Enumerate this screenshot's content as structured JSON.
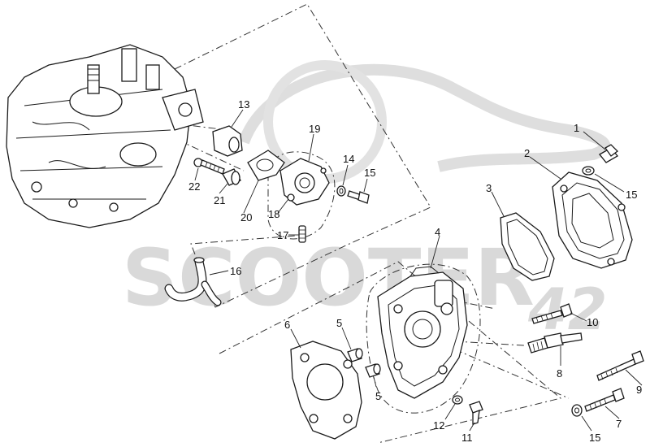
{
  "watermark": {
    "brand": "SCOOTER",
    "suffix": "42"
  },
  "callouts": [
    {
      "id": "c1",
      "text": "1"
    },
    {
      "id": "c2",
      "text": "2"
    },
    {
      "id": "c3",
      "text": "3"
    },
    {
      "id": "c4",
      "text": "4"
    },
    {
      "id": "c5a",
      "text": "5"
    },
    {
      "id": "c5b",
      "text": "5"
    },
    {
      "id": "c6",
      "text": "6"
    },
    {
      "id": "c7",
      "text": "7"
    },
    {
      "id": "c8",
      "text": "8"
    },
    {
      "id": "c9",
      "text": "9"
    },
    {
      "id": "c10",
      "text": "10"
    },
    {
      "id": "c11",
      "text": "11"
    },
    {
      "id": "c12",
      "text": "12"
    },
    {
      "id": "c13",
      "text": "13"
    },
    {
      "id": "c14",
      "text": "14"
    },
    {
      "id": "c15a",
      "text": "15"
    },
    {
      "id": "c15b",
      "text": "15"
    },
    {
      "id": "c15c",
      "text": "15"
    },
    {
      "id": "c16",
      "text": "16"
    },
    {
      "id": "c17",
      "text": "17"
    },
    {
      "id": "c18",
      "text": "18"
    },
    {
      "id": "c19",
      "text": "19"
    },
    {
      "id": "c20",
      "text": "20"
    },
    {
      "id": "c21",
      "text": "21"
    },
    {
      "id": "c22",
      "text": "22"
    }
  ]
}
